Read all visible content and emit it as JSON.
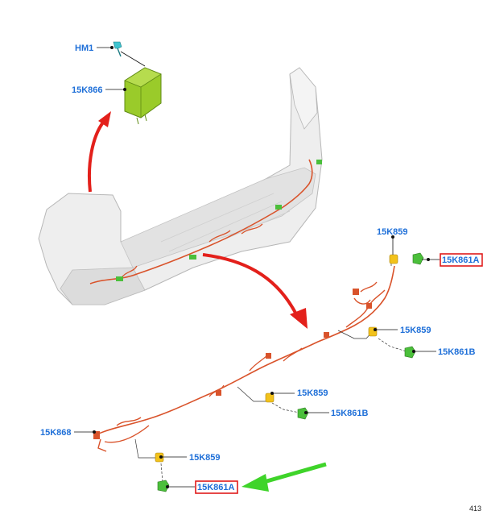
{
  "labels": {
    "hm1": "HM1",
    "module": "15K866",
    "harness": "15K868",
    "sensor_tr_a": "15K859",
    "conn_tr_a": "15K861A",
    "sensor_r2": "15K859",
    "conn_r2": "15K861B",
    "sensor_m": "15K859",
    "conn_m": "15K861B",
    "sensor_bl": "15K859",
    "conn_bl_a": "15K861A"
  },
  "page_number": "413",
  "highlighted_labels": [
    "15K861A"
  ],
  "colors": {
    "callout_text": "#1e6fd8",
    "harness": "#d9532b",
    "sensor": "#f2c21b",
    "connector": "#4bbf3b",
    "module": "#9acb2a",
    "highlight_box": "#e01a1a",
    "red_arrow": "#e3201b",
    "green_arrow": "#3fd42a",
    "bumper": "#ececec"
  }
}
